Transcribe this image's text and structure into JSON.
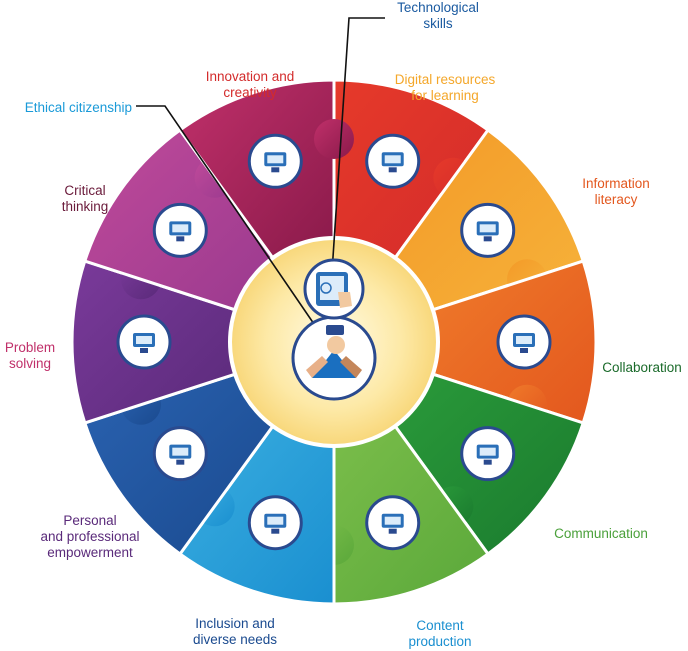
{
  "center": {
    "icon": "hands-together-icon"
  },
  "segments": [
    {
      "id": "innovation",
      "label": "Innovation and\ncreativity",
      "color": "#d32b2b",
      "color2": "#e63a2a",
      "icon": "lightbulb-icon"
    },
    {
      "id": "digital",
      "label": "Digital resources\nfor learning",
      "color": "#f6b23a",
      "color2": "#f39a28",
      "icon": "laptop-book-icon"
    },
    {
      "id": "information",
      "label": "Information\nliteracy",
      "color": "#e3571e",
      "color2": "#ef7a2a",
      "icon": "search-documents-icon"
    },
    {
      "id": "collaboration",
      "label": "Collaboration",
      "color": "#1a7a2e",
      "color2": "#2a9a3a",
      "icon": "team-gear-icon"
    },
    {
      "id": "communication",
      "label": "Communication",
      "color": "#5aa83a",
      "color2": "#7abd4a",
      "icon": "chat-bubbles-icon"
    },
    {
      "id": "content",
      "label": "Content\nproduction",
      "color": "#1a8fd0",
      "color2": "#3aaee0",
      "icon": "video-screen-icon"
    },
    {
      "id": "inclusion",
      "label": "Inclusion and\ndiverse needs",
      "color": "#1a4a8f",
      "color2": "#2a62b0",
      "icon": "cycle-arrows-icon"
    },
    {
      "id": "personal",
      "label": "Personal\nand professional\nempowerment",
      "color": "#5a2a7a",
      "color2": "#7a3a9a",
      "icon": "cloud-network-icon"
    },
    {
      "id": "problem",
      "label": "Problem\nsolving",
      "color": "#9a3a8f",
      "color2": "#c04a9a",
      "icon": "target-icon"
    },
    {
      "id": "critical",
      "label": "Critical\nthinking",
      "color": "#8a1a4a",
      "color2": "#c0306a",
      "icon": "brain-question-icon"
    }
  ],
  "callouts": [
    {
      "id": "technological",
      "label": "Technological\nskills",
      "color": "#1a5aa0",
      "icon": "tablet-touch-icon"
    },
    {
      "id": "ethical",
      "label": "Ethical citizenship",
      "color": "#1a9ad8"
    }
  ]
}
